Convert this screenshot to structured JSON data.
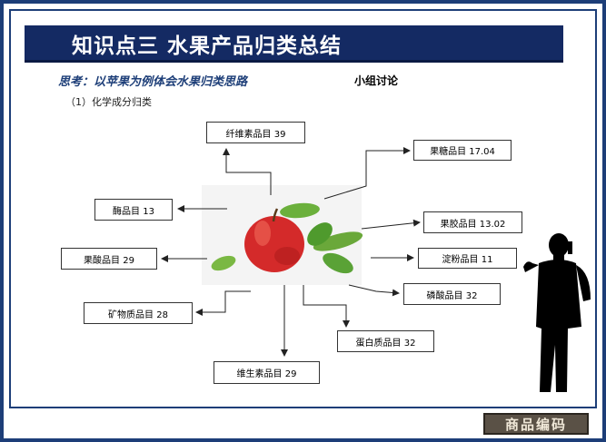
{
  "slide": {
    "title": "知识点三  水果产品归类总结",
    "think": "思考：以苹果为例体会水果归类思路",
    "group": "小组讨论",
    "subtitle": "（1）化学成分归类"
  },
  "categories": {
    "fiber": "纤维素品目 39",
    "enzyme": "酶品目 13",
    "fruit_acid": "果酸品目 29",
    "mineral": "矿物质品目 28",
    "vitamin": "维生素品目 29",
    "sugar": "果糖品目 17.04",
    "pectin": "果胶品目 13.02",
    "starch": "淀粉品目 11",
    "phosphoric": "磷酸品目 32",
    "protein": "蛋白质品目 32"
  },
  "badge": "商品编码"
}
